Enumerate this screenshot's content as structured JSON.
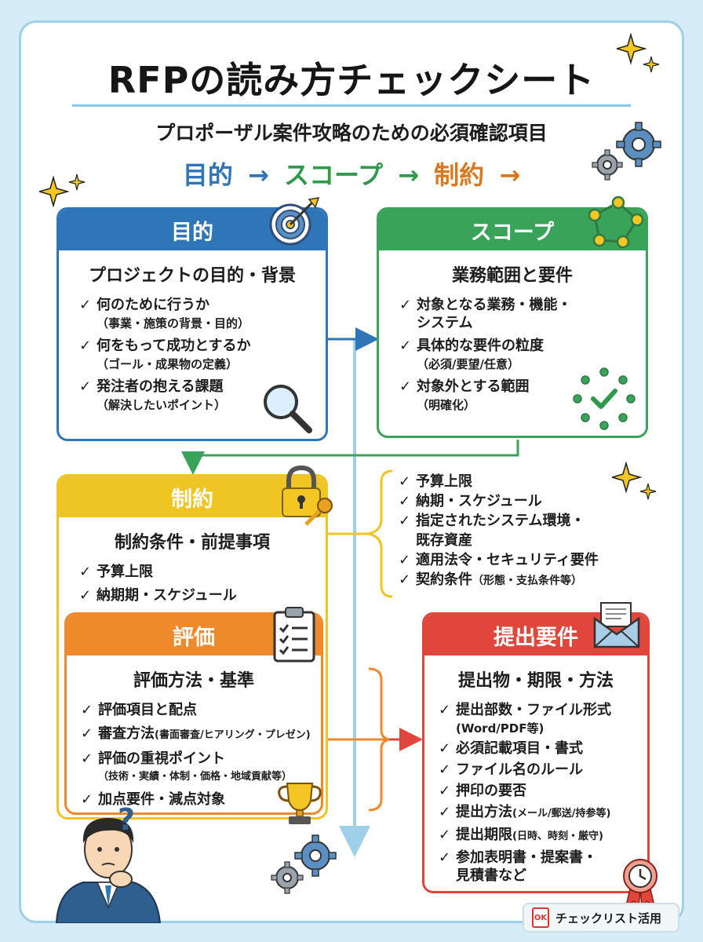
{
  "title": "RFPの読み方チェックシート",
  "subtitle": "プロポーザル案件攻略のための必須確認項目",
  "flow": {
    "step1": "目的",
    "step2": "スコープ",
    "step3": "制約",
    "arrow": "→"
  },
  "colors": {
    "blue": "#2f76b8",
    "green": "#3aa35a",
    "yellow": "#efc524",
    "orange": "#ee8a2b",
    "red": "#e0463c"
  },
  "check_mark": "✓",
  "purpose": {
    "header": "目的",
    "heading": "プロジェクトの目的・背景",
    "items": [
      {
        "text": "何のために行うか",
        "note": "（事業・施策の背景・目的）"
      },
      {
        "text": "何をもって成功とするか",
        "note": "（ゴール・成果物の定義）"
      },
      {
        "text": "発注者の抱える課題",
        "note": "（解決したいポイント）"
      }
    ]
  },
  "scope": {
    "header": "スコープ",
    "heading": "業務範囲と要件",
    "items": [
      {
        "text": "対象となる業務・機能・",
        "note": "システム"
      },
      {
        "text": "具体的な要件の粒度",
        "note": "（必須/要望/任意）"
      },
      {
        "text": "対象外とする範囲",
        "note": "（明確化）"
      }
    ]
  },
  "constraint": {
    "header": "制約",
    "heading": "制約条件・前提事項",
    "items": [
      "予算上限",
      "納期期・スケジュール"
    ]
  },
  "constraint_detail": [
    {
      "text": "予算上限"
    },
    {
      "text": "納期・スケジュール"
    },
    {
      "text": "指定されたシステム環境・",
      "cont": "既存資産"
    },
    {
      "text": "適用法令・セキュリティ要件"
    },
    {
      "text": "契約条件",
      "small": "（形態・支払条件等）"
    }
  ],
  "evaluation": {
    "header": "評価",
    "heading": "評価方法・基準",
    "items": [
      {
        "text": "評価項目と配点"
      },
      {
        "text": "審査方法",
        "small": "(書面審査/ヒアリング・プレゼン)"
      },
      {
        "text": "評価の重視ポイント",
        "note": "（技術・実績・体制・価格・地域貢献等）"
      },
      {
        "text": "加点要件・減点対象"
      }
    ]
  },
  "submission": {
    "header": "提出要件",
    "heading": "提出物・期限・方法",
    "items": [
      {
        "text": "提出部数・ファイル形式",
        "note": "(Word/PDF等)"
      },
      {
        "text": "必須記載項目・書式"
      },
      {
        "text": "ファイル名のルール"
      },
      {
        "text": "押印の要否"
      },
      {
        "text": "提出方法",
        "small": "(メール/郵送/持参等)"
      },
      {
        "text": "提出期限",
        "small": "(日時、時刻・厳守)"
      },
      {
        "text": "参加表明書・提案書・",
        "note": "見積書など"
      }
    ]
  },
  "badge": {
    "icon_text": "OK",
    "label": "チェックリスト活用"
  },
  "icons": [
    "target-icon",
    "network-icon",
    "gear-icon",
    "lock-icon",
    "key-icon",
    "clipboard-icon",
    "magnifier-icon",
    "trophy-icon",
    "envelope-icon",
    "clock-badge-icon",
    "sparkle-icon",
    "question-icon",
    "businessman-illustration",
    "checkmark-circle-icon"
  ]
}
